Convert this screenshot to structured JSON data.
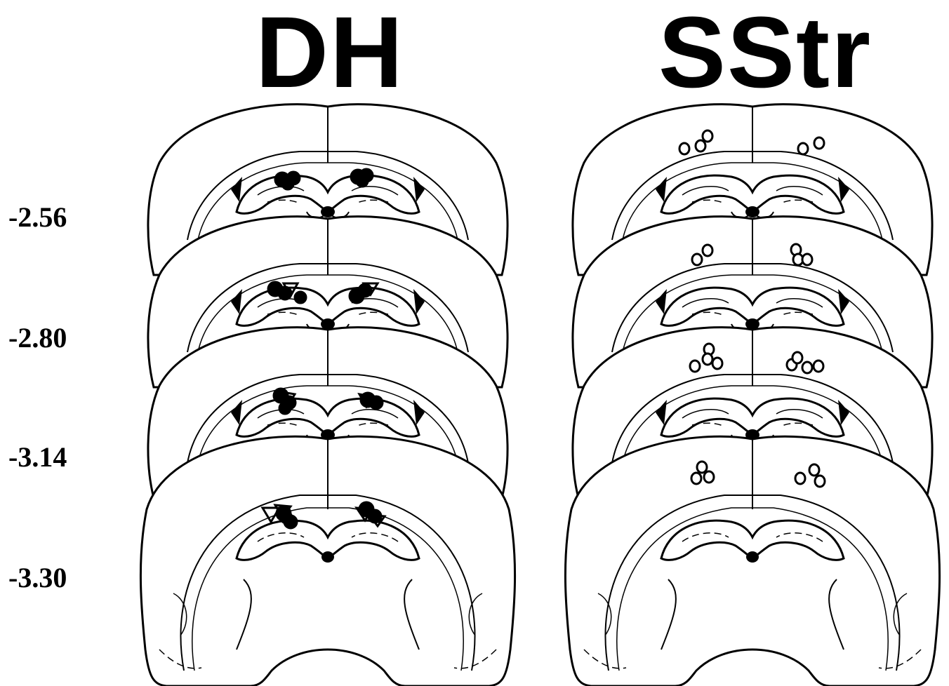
{
  "titles": {
    "left": "DH",
    "right": "SStr"
  },
  "levels": [
    "-2.56",
    "-2.80",
    "-3.14",
    "-3.30"
  ],
  "markers": {
    "DH": "filled circles and open triangles",
    "SStr": "open circles"
  },
  "colors": {
    "ink": "#000000",
    "paper": "#ffffff"
  }
}
